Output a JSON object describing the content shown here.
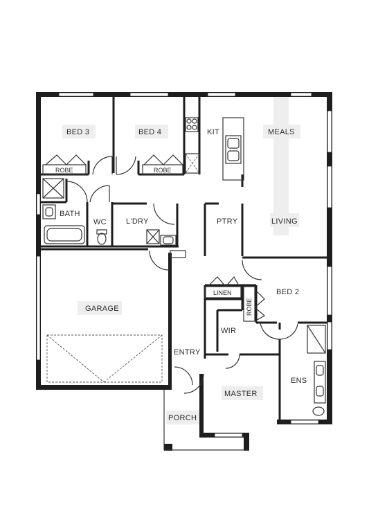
{
  "plan": {
    "rooms": {
      "bed3": "BED 3",
      "bed4": "BED 4",
      "kit": "KIT",
      "meals": "MEALS",
      "robe1": "ROBE",
      "robe2": "ROBE",
      "bath": "BATH",
      "wc": "WC",
      "laundry": "L'DRY",
      "pantry": "PTRY",
      "living": "LIVING",
      "linen": "LINEN",
      "robe3": "ROBE",
      "bed2": "BED 2",
      "garage": "GARAGE",
      "wir": "WIR",
      "entry": "ENTRY",
      "master": "MASTER",
      "ens": "ENS",
      "porch": "PORCH"
    }
  }
}
